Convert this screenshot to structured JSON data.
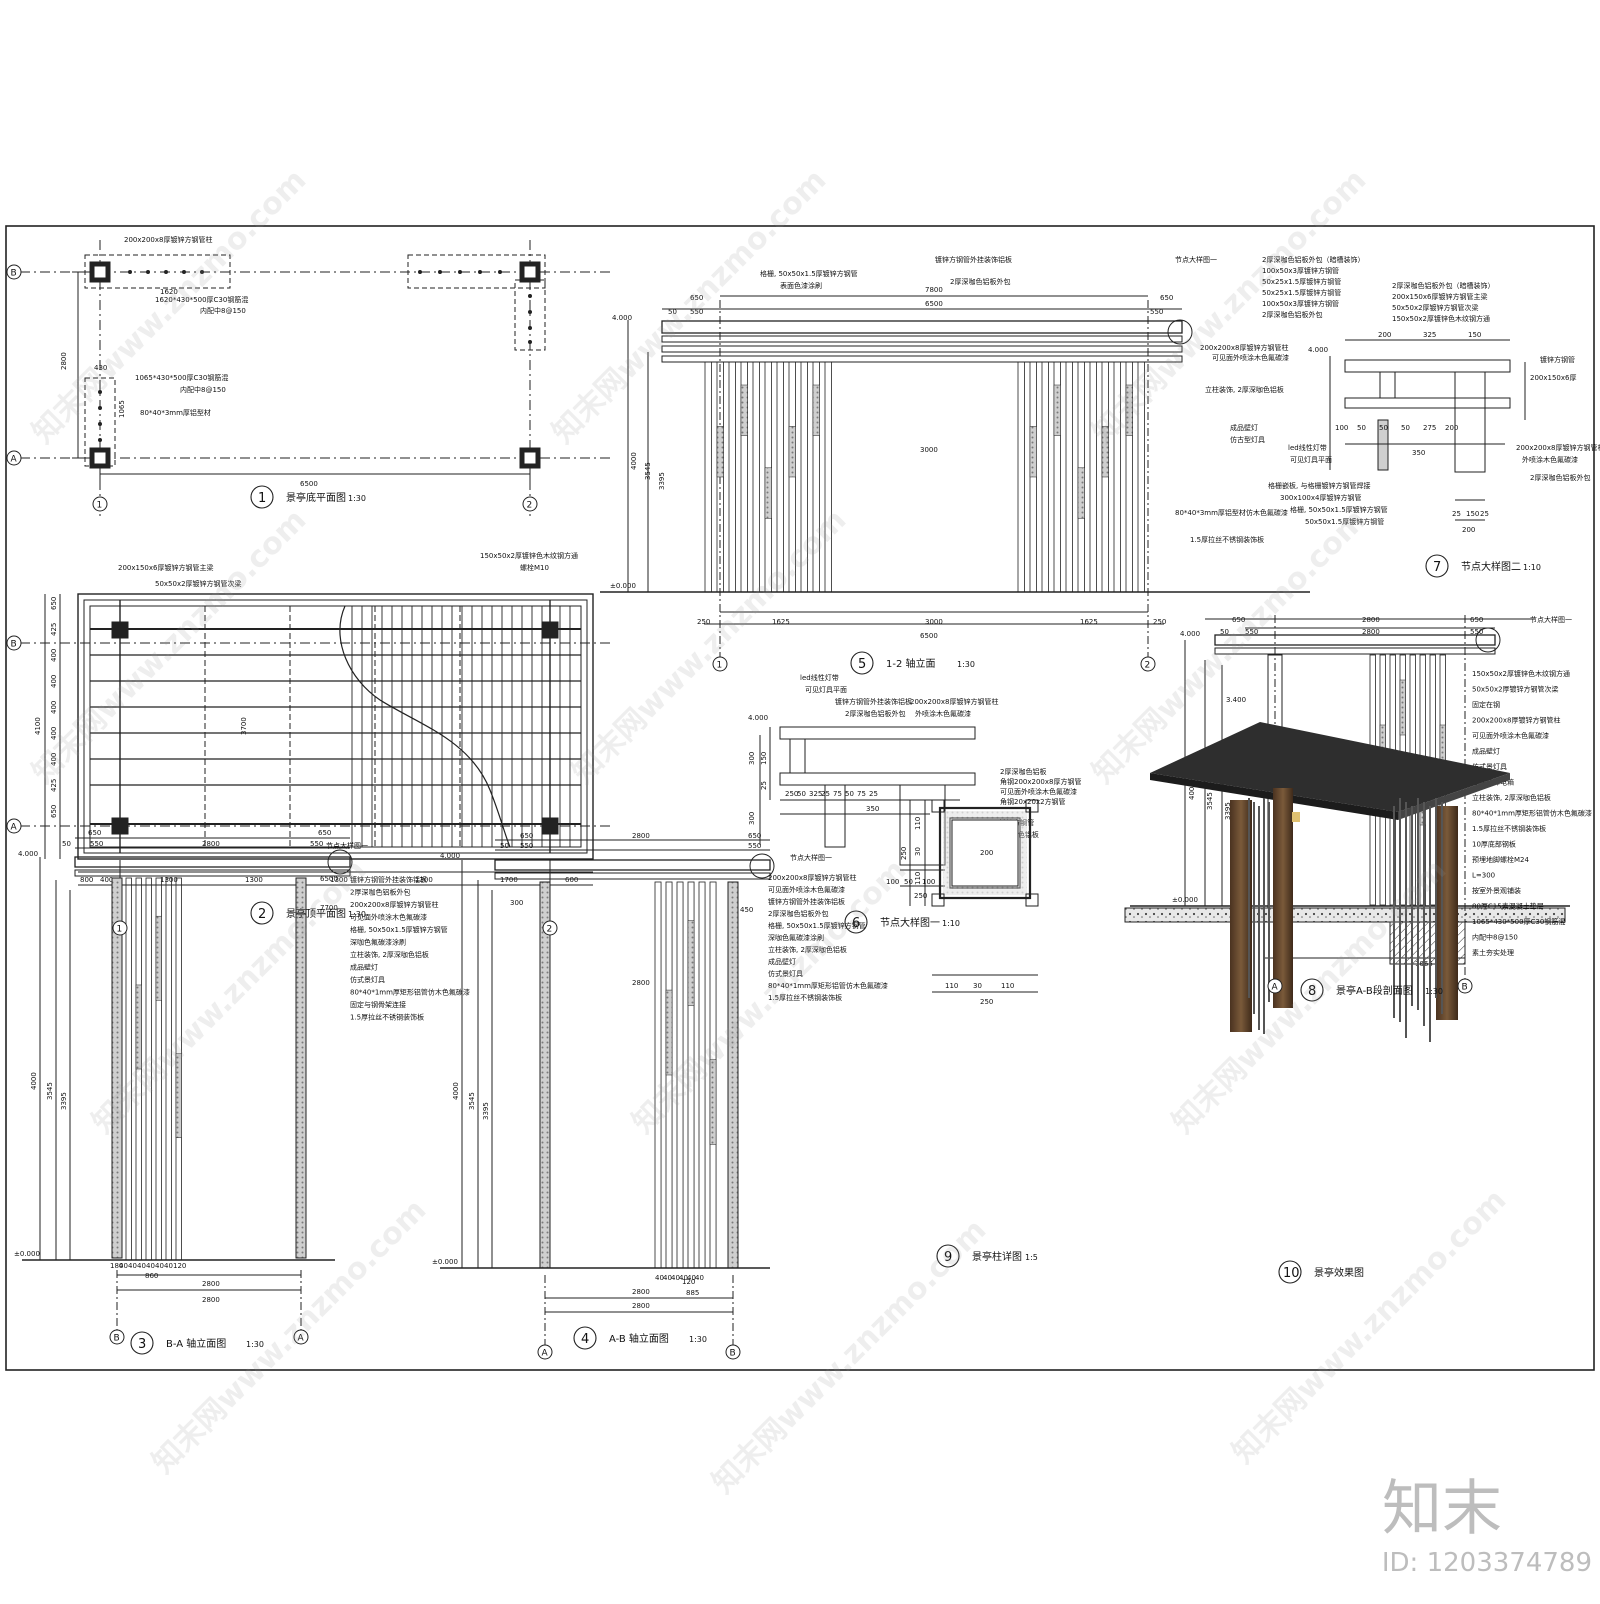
{
  "watermark": {
    "text": "知末网www.znzmo.com",
    "brand": "知末",
    "id_label": "ID: 1203374789"
  },
  "views": {
    "v1": {
      "num": "1",
      "title": "景亭底平面图",
      "scale": "1:30"
    },
    "v2": {
      "num": "2",
      "title": "景亭顶平面图",
      "scale": "1:30"
    },
    "v3": {
      "num": "3",
      "axis": "B-A",
      "title": "轴立面图",
      "scale": "1:30"
    },
    "v4": {
      "num": "4",
      "axis": "A-B",
      "title": "轴立面图",
      "scale": "1:30"
    },
    "v5": {
      "num": "5",
      "axis": "1-2",
      "title": "轴立面",
      "scale": "1:30"
    },
    "v6": {
      "num": "6",
      "title": "节点大样图一",
      "scale": "1:10"
    },
    "v7": {
      "num": "7",
      "title": "节点大样图二",
      "scale": "1:10"
    },
    "v8": {
      "num": "8",
      "title": "景亭A-B段剖面图",
      "scale": "1:30"
    },
    "v9": {
      "num": "9",
      "title": "景亭柱详图",
      "scale": "1:5"
    },
    "v10": {
      "num": "10",
      "title": "景亭效果图"
    }
  },
  "axes": {
    "a": "A",
    "b": "B",
    "one": "1",
    "two": "2"
  },
  "v1": {
    "top_note": "200x200x8厚镀锌方钢管柱",
    "note_a": "1620*430*500厚C30钢筋混",
    "note_b": "内配中8@150",
    "note_c": "1065*430*500厚C30钢筋混",
    "note_d": "内配中8@150",
    "note_e": "80*40*3mm厚铝型材",
    "dim_6500": "6500",
    "dim_2800": "2800",
    "dim_1620": "1620",
    "dim_1065": "1065",
    "dim_430": "430"
  },
  "v2": {
    "note_main": "200x150x6厚镀锌方钢管主梁",
    "note_sec": "50x50x2厚镀锌方钢管次梁",
    "note_right": "150x50x2厚镀锌色木纹钢方通",
    "note_r2": "螺栓M10",
    "dim_7700": "7700",
    "dim_6500": "6500",
    "dim_3700": "3700",
    "dim_4100": "4100",
    "dims_x": [
      "800",
      "400",
      "1300",
      "1300",
      "1300",
      "1300",
      "1700",
      "600"
    ],
    "dims_y": [
      "650",
      "425",
      "400",
      "400",
      "400",
      "400",
      "400",
      "425",
      "650"
    ]
  },
  "v5": {
    "elev_top": "4.000",
    "elev_zero": "±0.000",
    "dim_top": "7800",
    "dim_6500": "6500",
    "dim_650": "650",
    "dim_550": "550",
    "dim_50": "50",
    "dim_4000": "4000",
    "dim_3545": "3545",
    "dim_3395": "3395",
    "dim_mid": "3000",
    "dim_1625": "1625",
    "dim_250": "250",
    "note_left": "格栅, 50x50x1.5厚镀锌方钢管",
    "note_left2": "表面色漆涂刷",
    "note_top": "镀锌方钢管外挂装饰铝板",
    "note_top2": "2厚深咖色铝板外包",
    "detail_tag": "节点大样图一",
    "note_r1": "200x200x8厚镀锌方钢管柱",
    "note_r2": "可见面外喷涂木色氟碳漆",
    "note_r3": "立柱装饰, 2厚深咖色铝板",
    "note_r4": "成品壁灯",
    "note_r5": "仿古型灯具",
    "note_r6": "80*40*3mm厚铝型材仿木色氟碳漆",
    "note_r7": "1.5厚拉丝不锈钢装饰板"
  },
  "v6": {
    "note1": "led线性灯带",
    "note2": "可见灯具平面",
    "note3": "镀锌方钢管外挂装饰铝板",
    "note4": "2厚深咖色铝板外包",
    "note5": "200x200x8厚镀锌方钢管柱",
    "note6": "外喷涂木色氟碳漆",
    "note7": "50x50x1.5厚镀锌方钢管",
    "note8": "立柱装饰, 2厚深咖色铝板",
    "elev": "4.000",
    "dims_b": [
      "250",
      "50",
      "325",
      "25",
      "75",
      "50",
      "75",
      "25"
    ],
    "dim_350": "350",
    "dims_c": [
      "100",
      "50",
      "100"
    ],
    "dim_250": "250",
    "dim_300": "300",
    "dim_150": "150",
    "dim_25": "25"
  },
  "v7": {
    "notes_l": [
      "2厚深咖色铝板外包（暗槽装饰）",
      "100x50x3厚镀锌方钢管",
      "50x25x1.5厚镀锌方钢管",
      "50x25x1.5厚镀锌方钢管",
      "100x50x3厚镀锌方钢管",
      "2厚深咖色铝板外包"
    ],
    "notes_r": [
      "2厚深咖色铝板外包（暗槽装饰）",
      "200x150x6厚镀锌方钢管主梁",
      "50x50x2厚镀锌方钢管次梁",
      "150x50x2厚镀锌色木纹钢方通"
    ],
    "note_led": "led线性灯带",
    "note_led2": "可见灯具平面",
    "note_m1": "格栅嵌板, 与格栅镀锌方钢管焊接",
    "note_m2": "300x100x4厚镀锌方钢管",
    "note_m3": "格栅, 50x50x1.5厚镀锌方钢管",
    "note_m4": "50x50x1.5厚镀锌方钢管",
    "note_rt1": "镀锌方钢管",
    "note_rt2": "200x150x6厚",
    "note_rb1": "200x200x8厚镀锌方钢管柱",
    "note_rb2": "外喷涂木色氟碳漆",
    "note_rb3": "2厚深咖色铝板外包",
    "elev": "4.000",
    "dims_top": [
      "200",
      "325",
      "150"
    ],
    "dims_mid": [
      "100",
      "50",
      "50",
      "50",
      "275",
      "200"
    ],
    "dim_350": "350",
    "dim_200": "200",
    "dims_bot": [
      "25",
      "150",
      "25"
    ]
  },
  "v8": {
    "elev_top": "4.000",
    "elev_zero": "±0.000",
    "elev_small": "3.400",
    "dim_2800": "2800",
    "dim_650": "650",
    "dim_550": "550",
    "dim_50": "50",
    "dim_4000": "4000",
    "dim_3545": "3545",
    "dim_3395": "3395",
    "dim_1065": "1065",
    "detail_tag": "节点大样图一",
    "notes": [
      "150x50x2厚镀锌色木纹钢方通",
      "50x50x2厚镀锌方钢管次梁",
      "固定在钢",
      "200x200x8厚镀锌方钢管柱",
      "可见面外喷涂木色氟碳漆",
      "成品壁灯",
      "仿式景灯具",
      "立柱装饰电箱",
      "立柱装饰, 2厚深咖色铝板",
      "80*40*1mm厚矩形铝管仿木色氟碳漆",
      "1.5厚拉丝不锈钢装饰板",
      "10厚底部钢板",
      "预埋地脚螺栓M24",
      "L=300",
      "按室外景观铺装",
      "80厚C15素混凝土垫层",
      "1065*430*500厚C30钢筋混",
      "内配中8@150",
      "素土夯实处理"
    ]
  },
  "v3": {
    "elev_top": "4.000",
    "elev_zero": "±0.000",
    "dim_2800": "2800",
    "dim_650": "650",
    "dim_550": "550",
    "dim_50": "50",
    "dim_4000": "4000",
    "dim_3545": "3545",
    "dim_3395": "3395",
    "dim_860": "860",
    "dims_b": [
      "180",
      "40",
      "40",
      "40",
      "40",
      "40",
      "40",
      "120"
    ],
    "detail_tag": "节点大样图一",
    "notes": [
      "镀锌方钢管外挂装饰铝板",
      "2厚深咖色铝板外包",
      "200x200x8厚镀锌方钢管柱",
      "可见面外喷涂木色氟碳漆",
      "格栅, 50x50x1.5厚镀锌方钢管",
      "深咖色氟碳漆涂刷",
      "立柱装饰, 2厚深咖色铝板",
      "成品壁灯",
      "仿式景灯具",
      "80*40*1mm厚矩形铝管仿木色氟碳漆",
      "固定与钢骨架连接",
      "1.5厚拉丝不锈钢装饰板"
    ]
  },
  "v4": {
    "elev_top": "4.000",
    "elev_zero": "±0.000",
    "dim_2800": "2800",
    "dim_650": "650",
    "dim_550": "550",
    "dim_50": "50",
    "dim_4000": "4000",
    "dim_3545": "3545",
    "dim_3395": "3395",
    "dim_885": "885",
    "dim_300": "300",
    "dim_450": "450",
    "dim_120": "120",
    "dims_b": [
      "40",
      "40",
      "40",
      "40",
      "40",
      "40"
    ],
    "detail_tag": "节点大样图一",
    "notes": [
      "200x200x8厚镀锌方钢管柱",
      "可见面外喷涂木色氟碳漆",
      "镀锌方钢管外挂装饰铝板",
      "2厚深咖色铝板外包",
      "格栅, 50x50x1.5厚镀锌方钢管",
      "深咖色氟碳漆涂刷",
      "立柱装饰, 2厚深咖色铝板",
      "成品壁灯",
      "仿式景灯具",
      "80*40*1mm厚矩形铝管仿木色氟碳漆",
      "1.5厚拉丝不锈钢装饰板"
    ]
  },
  "v9": {
    "notes": [
      "2厚深咖色铝板",
      "角钢200x200x8厚方钢管",
      "可见面外喷涂木色氟碳漆",
      "角钢20x20x2方钢管"
    ],
    "dim_200": "200",
    "dim_250": "250",
    "dim_110": "110",
    "dim_30": "30",
    "dims_b": [
      "110",
      "30",
      "110"
    ]
  },
  "colors": {
    "line": "#1a1a1a",
    "hatch": "#9a9a9a",
    "roof": "#3a3a3a",
    "wood": "#6b4a2b"
  }
}
